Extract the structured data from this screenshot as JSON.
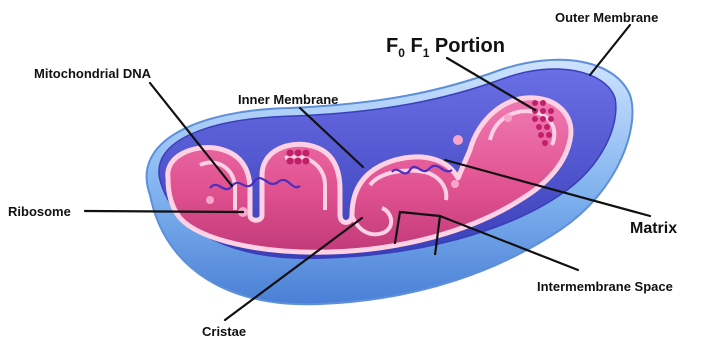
{
  "labels": {
    "outer_membrane": "Outer Membrane",
    "f0f1_main": "F",
    "f0f1_sub0": "0",
    "f0f1_mid": " F",
    "f0f1_sub1": "1",
    "f0f1_tail": " Portion",
    "mito_dna": "Mitochondrial DNA",
    "inner_membrane": "Inner Membrane",
    "ribosome": "Ribosome",
    "matrix": "Matrix",
    "intermembrane_space": "Intermembrane Space",
    "cristae": "Cristae"
  },
  "colors": {
    "outer_membrane": "#7fb2ee",
    "outer_inner_wall": "#4a4fcf",
    "intermembrane": "#5b5fd8",
    "cristae_fill": "#e0518f",
    "cristae_highlight": "#ffd1e4",
    "cristae_dark": "#b83276",
    "dna": "#4a2fbf",
    "f0f1_particles": "#c21f6a"
  }
}
